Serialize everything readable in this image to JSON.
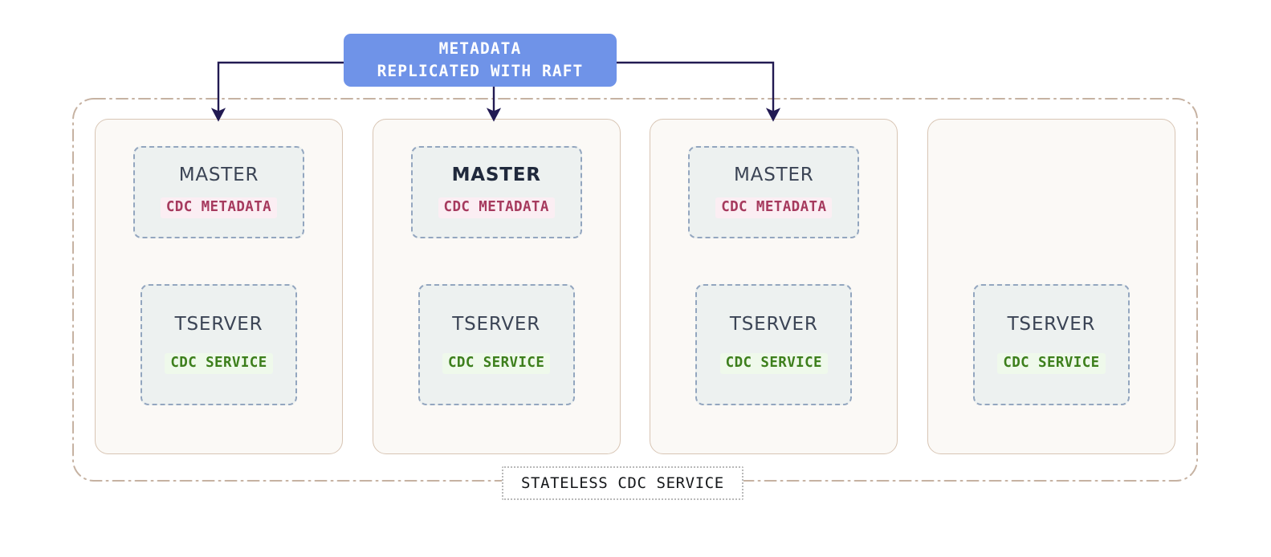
{
  "diagram": {
    "title_box": {
      "name": "metadata-raft-box",
      "line1": "METADATA",
      "line2": "REPLICATED WITH RAFT",
      "fill_color": "#6f93e8",
      "text_color": "#ffffff"
    },
    "cluster": {
      "caption": "STATELESS CDC SERVICE",
      "border_color": "#c6b2a2",
      "border_style": "dash-dot"
    },
    "colors": {
      "card_fill": "#fbf9f6",
      "card_border": "#d8c5b4",
      "component_fill": "#edf1f0",
      "component_border": "#93a6bf",
      "connector": "#221a52",
      "metadata_tag_text": "#a63a5e",
      "metadata_tag_bg": "#fbeef3",
      "service_tag_text": "#3d7f1c",
      "service_tag_bg": "#eff9eb",
      "component_title": "#3b4455",
      "component_title_leader": "#20293c"
    },
    "nodes": [
      {
        "id": "node-1",
        "master": {
          "label": "MASTER",
          "tag": "CDC METADATA",
          "is_leader": false,
          "present": true
        },
        "tserver": {
          "label": "TSERVER",
          "tag": "CDC SERVICE",
          "present": true
        },
        "has_incoming_arrow": true
      },
      {
        "id": "node-2",
        "master": {
          "label": "MASTER",
          "tag": "CDC METADATA",
          "is_leader": true,
          "present": true
        },
        "tserver": {
          "label": "TSERVER",
          "tag": "CDC SERVICE",
          "present": true
        },
        "has_incoming_arrow": true
      },
      {
        "id": "node-3",
        "master": {
          "label": "MASTER",
          "tag": "CDC METADATA",
          "is_leader": false,
          "present": true
        },
        "tserver": {
          "label": "TSERVER",
          "tag": "CDC SERVICE",
          "present": true
        },
        "has_incoming_arrow": true
      },
      {
        "id": "node-4",
        "master": {
          "label": "",
          "tag": "",
          "is_leader": false,
          "present": false
        },
        "tserver": {
          "label": "TSERVER",
          "tag": "CDC SERVICE",
          "present": true
        },
        "has_incoming_arrow": false
      }
    ]
  }
}
